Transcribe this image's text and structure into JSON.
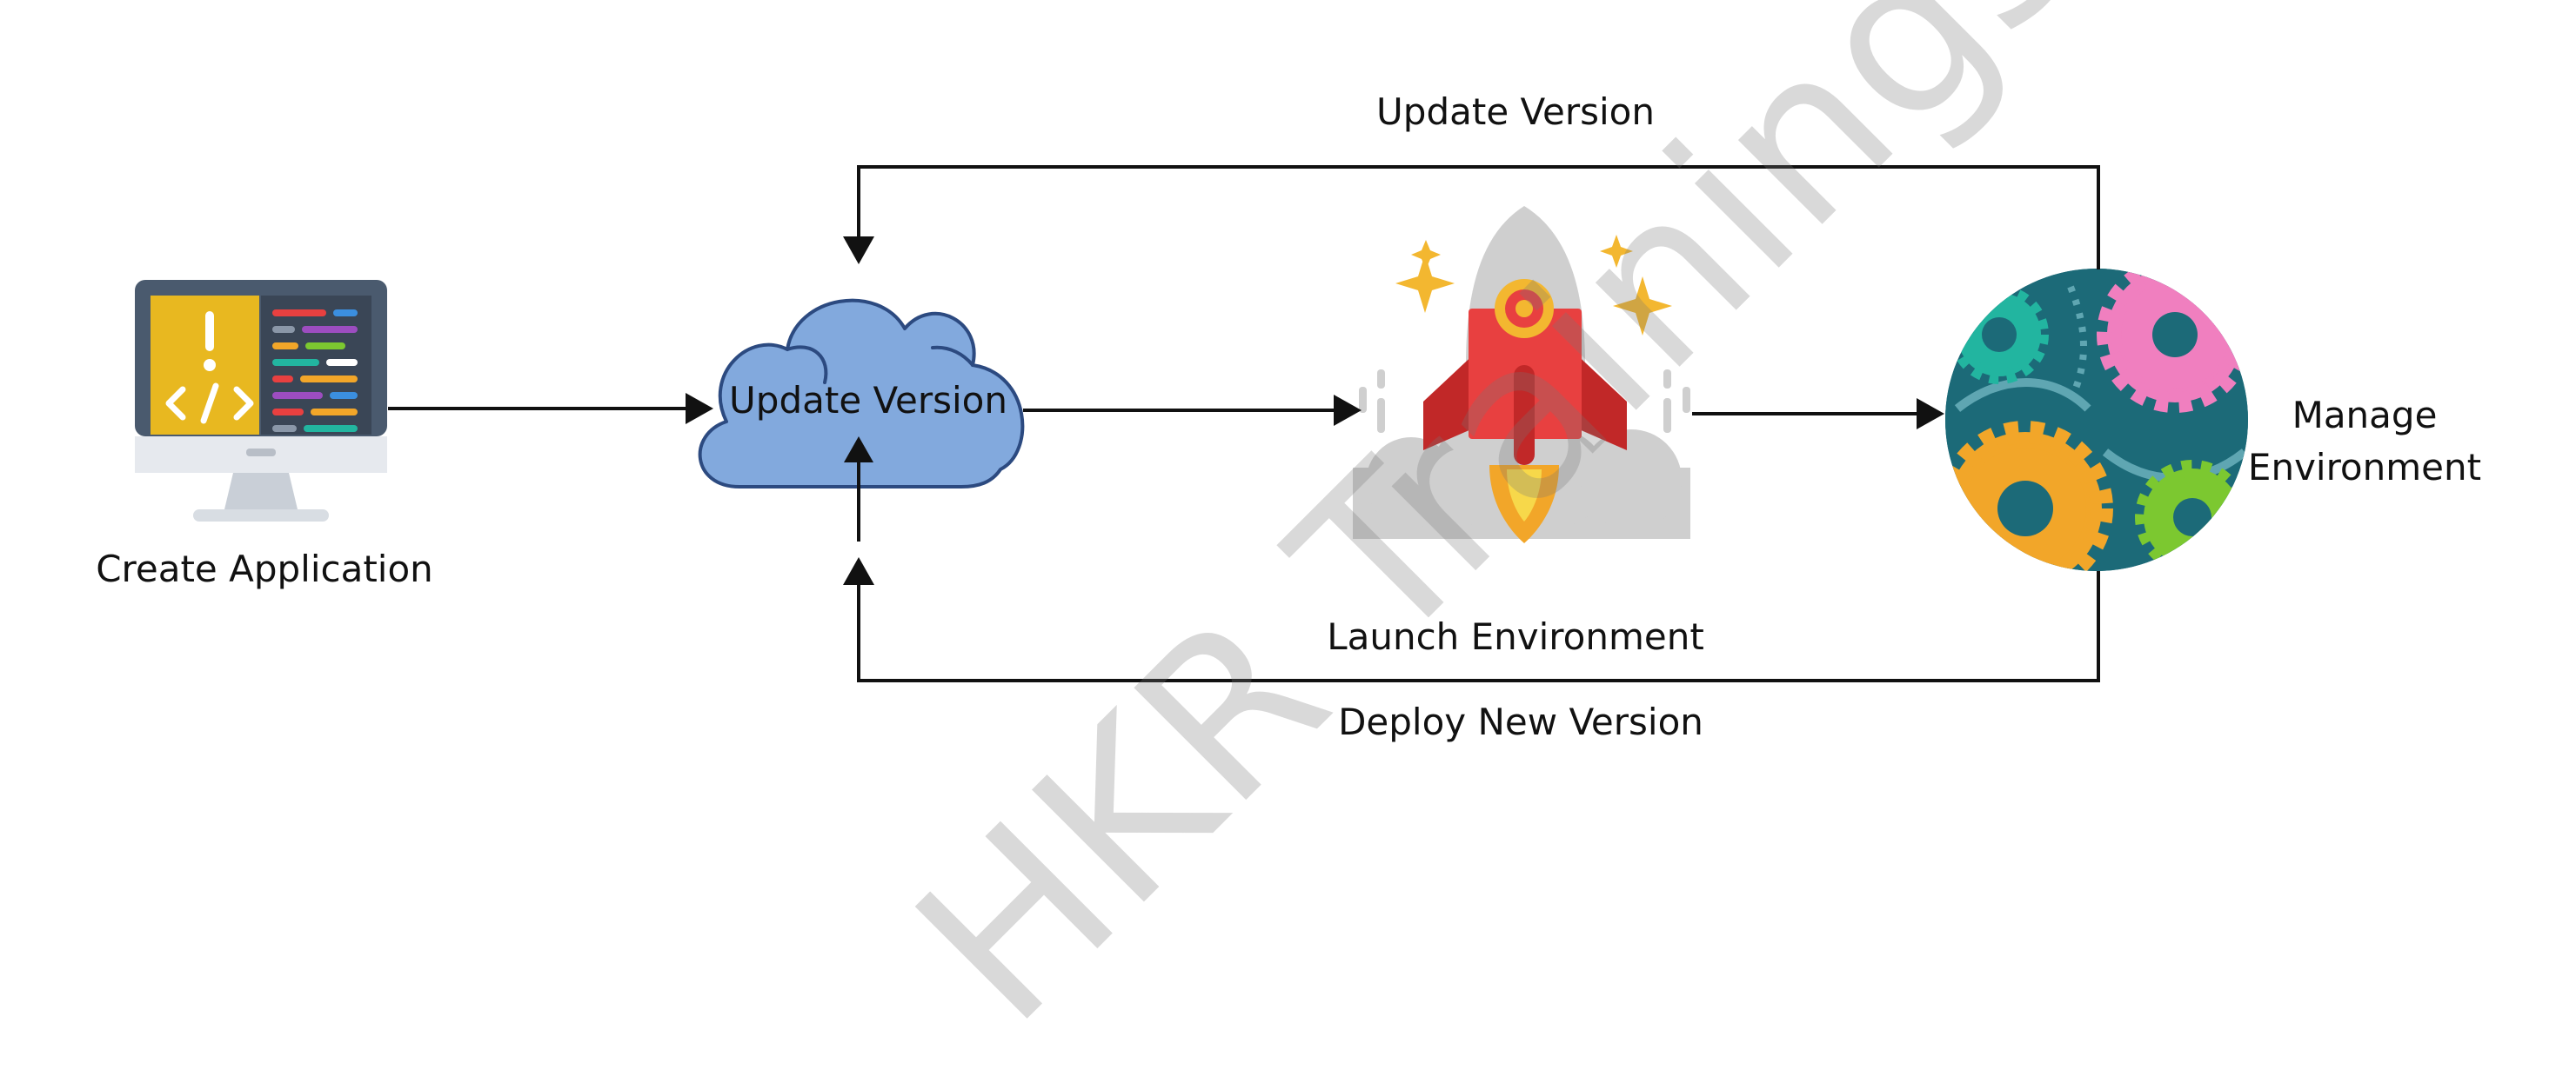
{
  "nodes": {
    "create_application": {
      "label": "Create Application"
    },
    "cloud": {
      "label": "Update Version"
    },
    "launch": {
      "label": "Launch Environment"
    },
    "manage": {
      "label_line1": "Manage",
      "label_line2": "Environment"
    }
  },
  "edges": {
    "top_loop": {
      "label": "Update Version"
    },
    "bottom_loop": {
      "label": "Deploy New Version"
    }
  },
  "watermark": {
    "text": "HKR Trainings"
  },
  "colors": {
    "arrow": "#111111",
    "cloud_fill": "#82a9dd",
    "cloud_stroke": "#2c4a80",
    "monitor_frame": "#4a5a6e",
    "code_panel": "#e8b820",
    "rocket_body": "#e84040",
    "rocket_cone": "#c8c8c8",
    "sparkle": "#f3b730",
    "gear_bg": "#1c6a78",
    "gear_pink": "#f07fbf",
    "gear_orange": "#f2a629",
    "gear_green": "#7cc830",
    "gear_teal": "#22b5a0"
  },
  "icons": [
    "monitor-code-icon",
    "cloud-icon",
    "rocket-icon",
    "gears-icon"
  ]
}
